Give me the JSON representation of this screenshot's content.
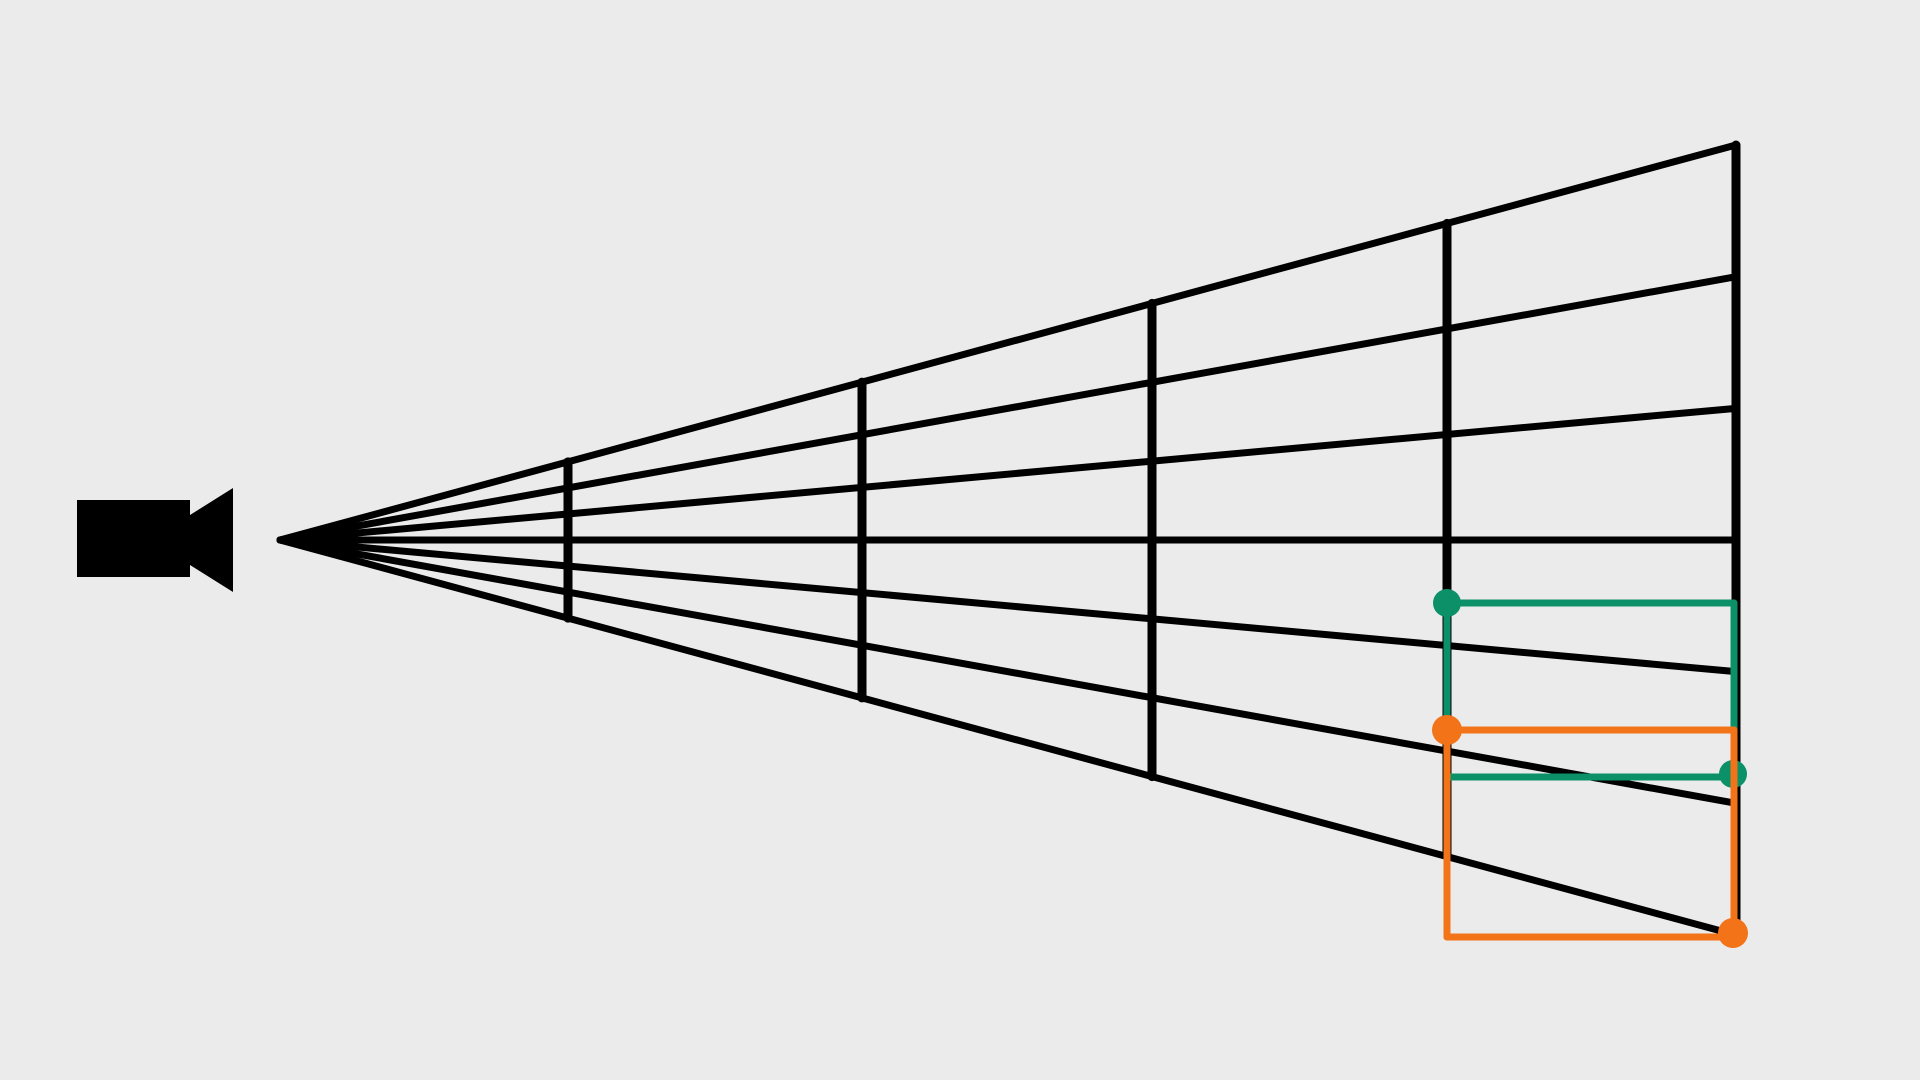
{
  "diagram": {
    "background_color": "#ebebeb",
    "line_color": "#000000",
    "camera": {
      "icon": "camera-icon",
      "color": "#000000"
    },
    "frustum": {
      "horizontal_lines": 7,
      "vertical_slices": 5
    },
    "boxes": [
      {
        "name": "green-box",
        "color": "#0b9068"
      },
      {
        "name": "orange-box",
        "color": "#f27318"
      }
    ]
  }
}
